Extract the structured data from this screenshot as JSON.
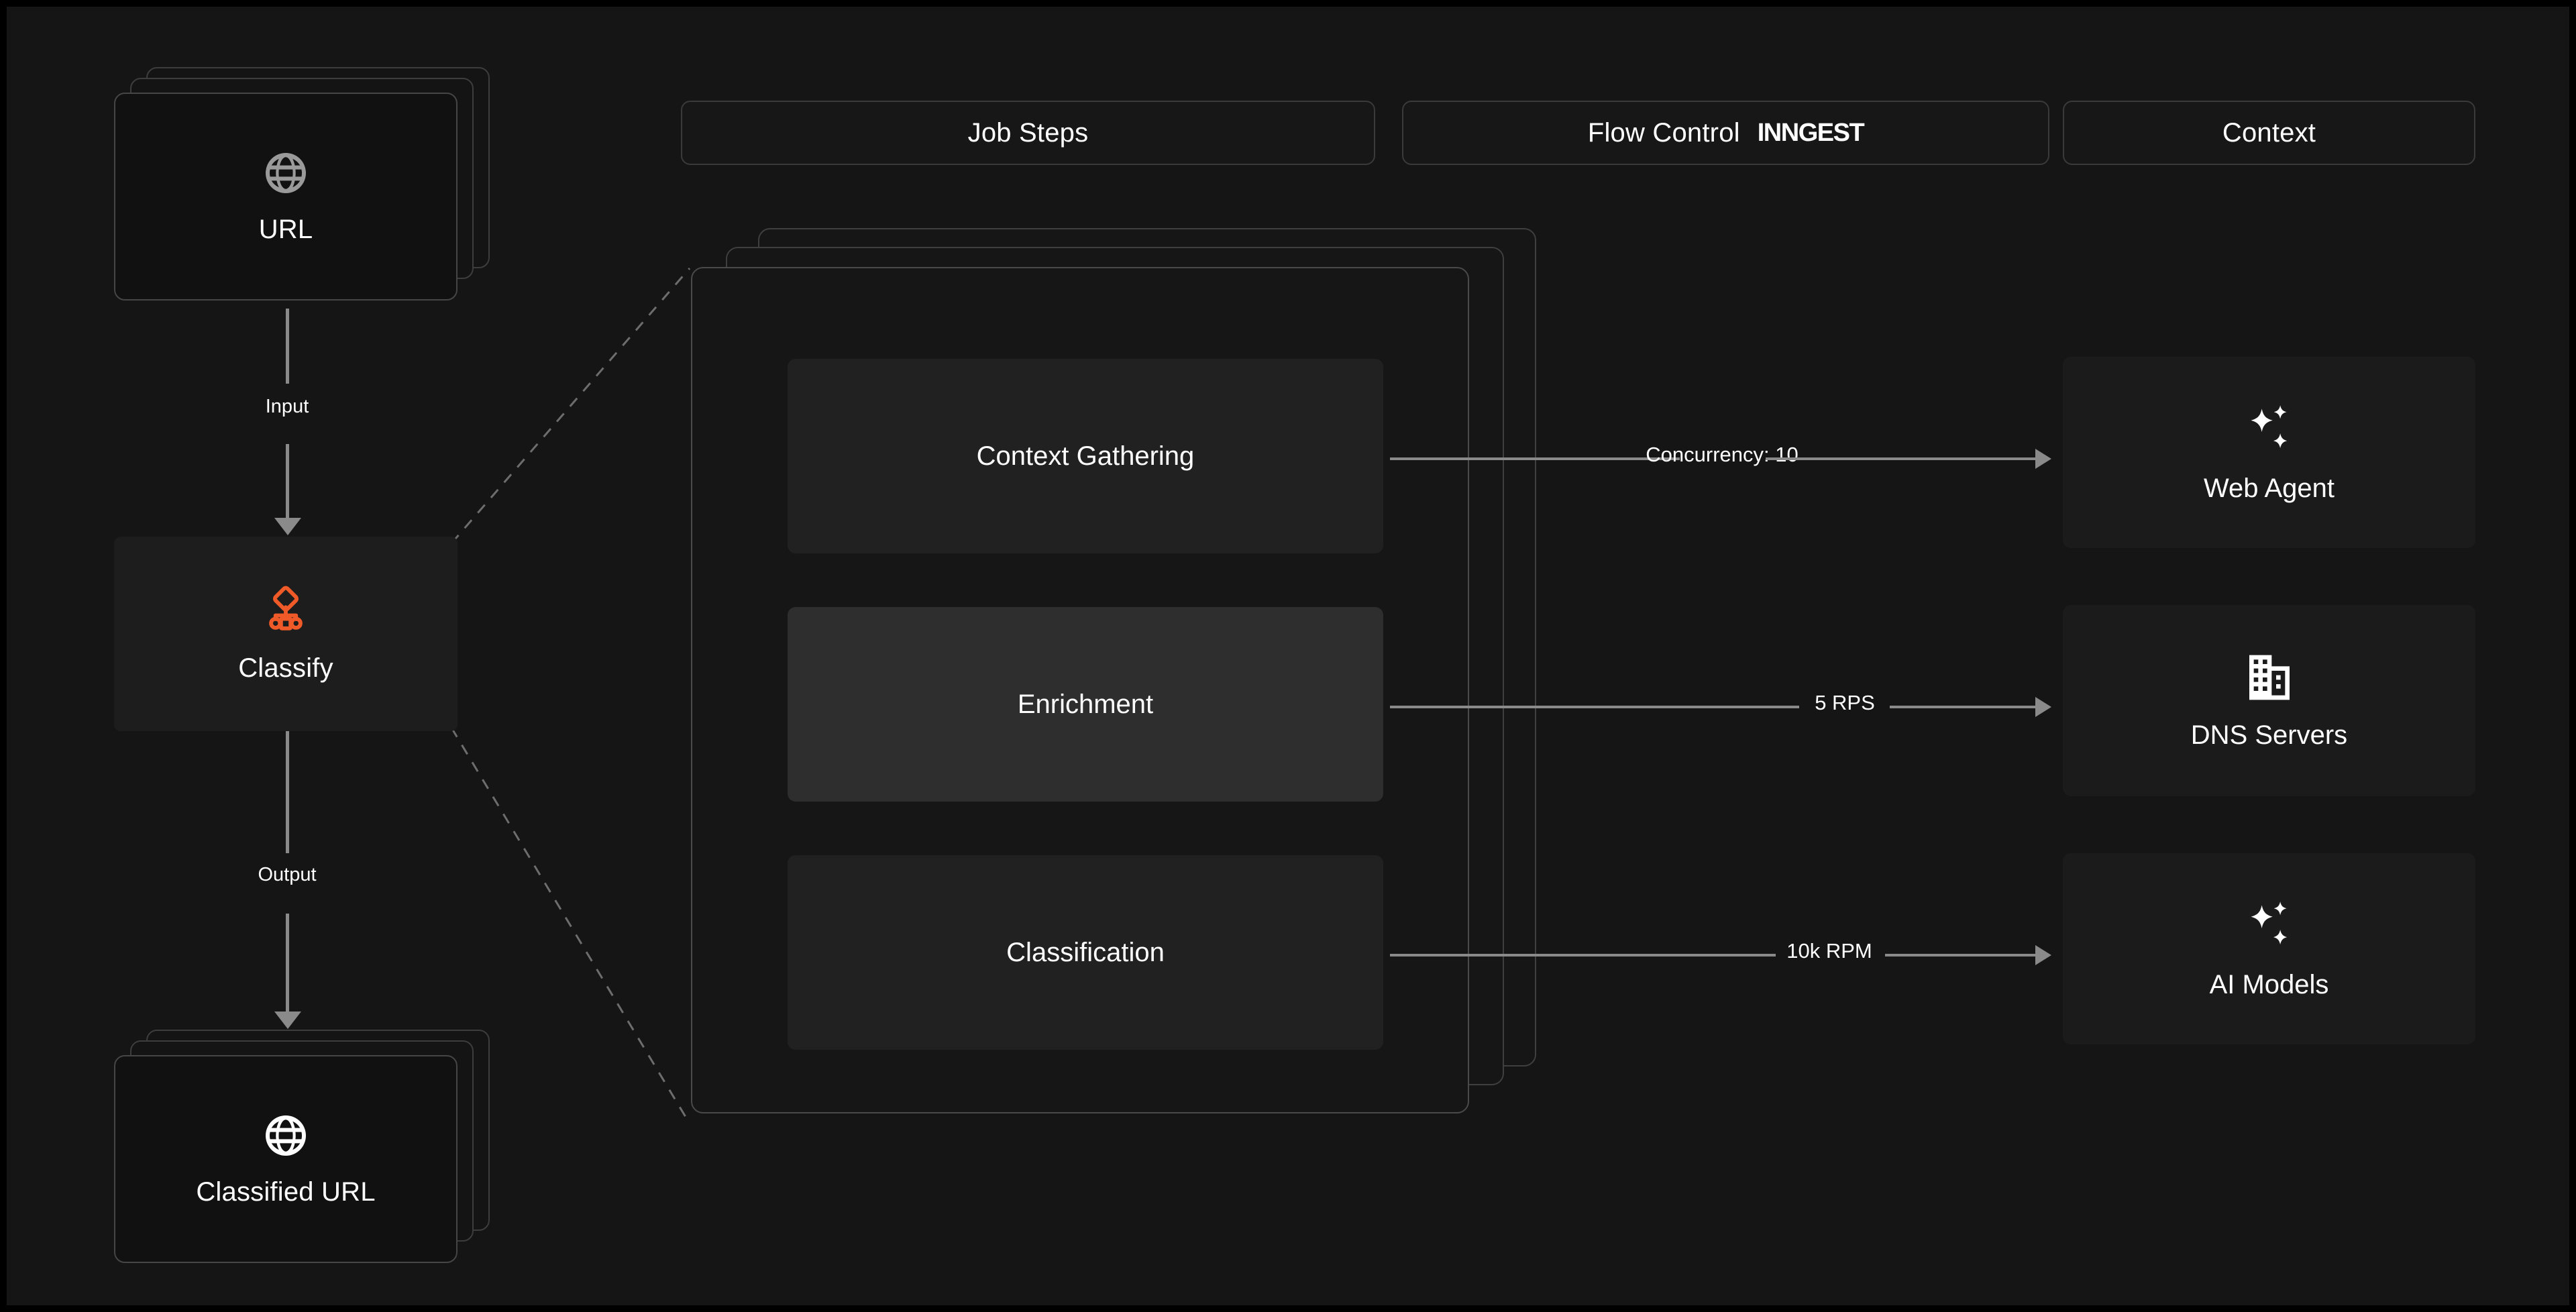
{
  "colors": {
    "background": "#000000",
    "panel": "#151515",
    "card": "#1b1b1b",
    "border": "#3f3f3f",
    "accent": "#F05A28",
    "text": "#ffffff",
    "connector": "#8a8a8a",
    "step_dim": "#212121",
    "step_bright": "#2e2e2e"
  },
  "header": {
    "pills": [
      {
        "label": "Job Steps",
        "brand": ""
      },
      {
        "label": "Flow Control",
        "brand": "INNGEST"
      },
      {
        "label": "Context",
        "brand": ""
      }
    ]
  },
  "left_column": {
    "input_node": {
      "label": "URL",
      "icon": "globe-icon",
      "stacked": true
    },
    "process_node": {
      "label": "Classify",
      "icon": "workflow-icon"
    },
    "output_node": {
      "label": "Classified URL",
      "icon": "globe-icon",
      "stacked": true
    },
    "connectors": [
      {
        "label": "Input"
      },
      {
        "label": "Output"
      }
    ]
  },
  "job_steps": {
    "stacked": true,
    "steps": [
      {
        "label": "Context Gathering",
        "highlighted": false
      },
      {
        "label": "Enrichment",
        "highlighted": true
      },
      {
        "label": "Classification",
        "highlighted": false
      }
    ]
  },
  "flow_control": {
    "arrows": [
      {
        "label": "Concurrency: 10"
      },
      {
        "label": "5 RPS"
      },
      {
        "label": "10k RPM"
      }
    ]
  },
  "context": {
    "cards": [
      {
        "label": "Web Agent",
        "icon": "sparkles-icon"
      },
      {
        "label": "DNS Servers",
        "icon": "building-icon"
      },
      {
        "label": "AI Models",
        "icon": "sparkles-icon"
      }
    ]
  }
}
